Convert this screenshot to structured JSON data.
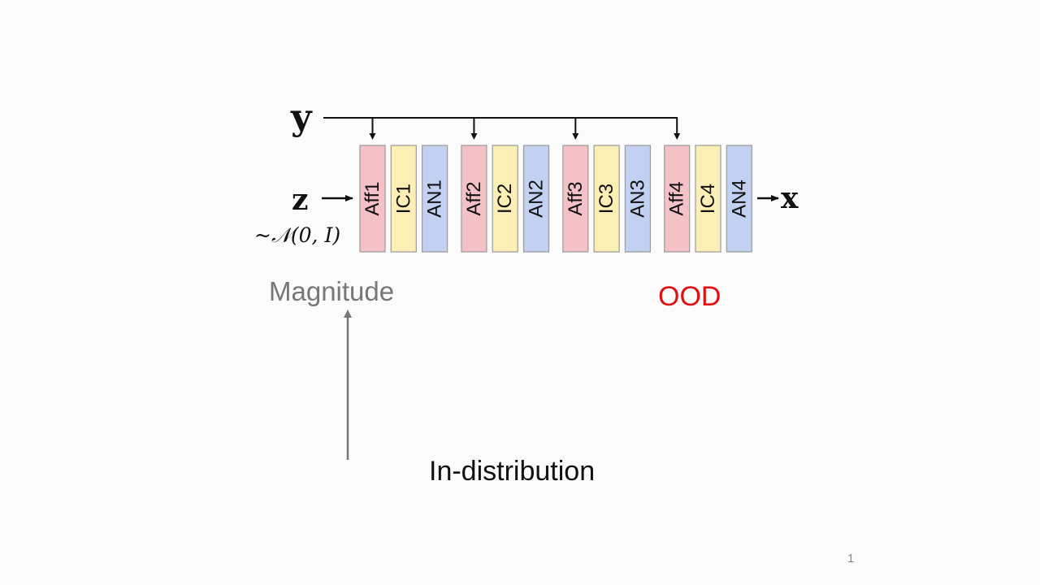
{
  "diagram": {
    "input_symbol": "y",
    "latent_symbol": "z",
    "output_symbol": "x",
    "latent_distribution": "~𝒩(0, I)",
    "blocks": [
      {
        "label": "Aff1",
        "kind": "affine"
      },
      {
        "label": "IC1",
        "kind": "ic"
      },
      {
        "label": "AN1",
        "kind": "an"
      },
      {
        "label": "Aff2",
        "kind": "affine"
      },
      {
        "label": "IC2",
        "kind": "ic"
      },
      {
        "label": "AN2",
        "kind": "an"
      },
      {
        "label": "Aff3",
        "kind": "affine"
      },
      {
        "label": "IC3",
        "kind": "ic"
      },
      {
        "label": "AN3",
        "kind": "an"
      },
      {
        "label": "Aff4",
        "kind": "affine"
      },
      {
        "label": "IC4",
        "kind": "ic"
      },
      {
        "label": "AN4",
        "kind": "an"
      }
    ],
    "colors": {
      "affine": "#f4c2c6",
      "ic": "#fcefb6",
      "an": "#c2d0f2",
      "block_stroke": "#9a9a9a"
    }
  },
  "annotations": {
    "magnitude": "Magnitude",
    "ood": "OOD",
    "in_distribution": "In-distribution"
  },
  "colors": {
    "magnitude": "#777777",
    "ood": "#dd1111",
    "in_distribution": "#111111",
    "magnitude_arrow": "#777777"
  },
  "page_number": "1"
}
